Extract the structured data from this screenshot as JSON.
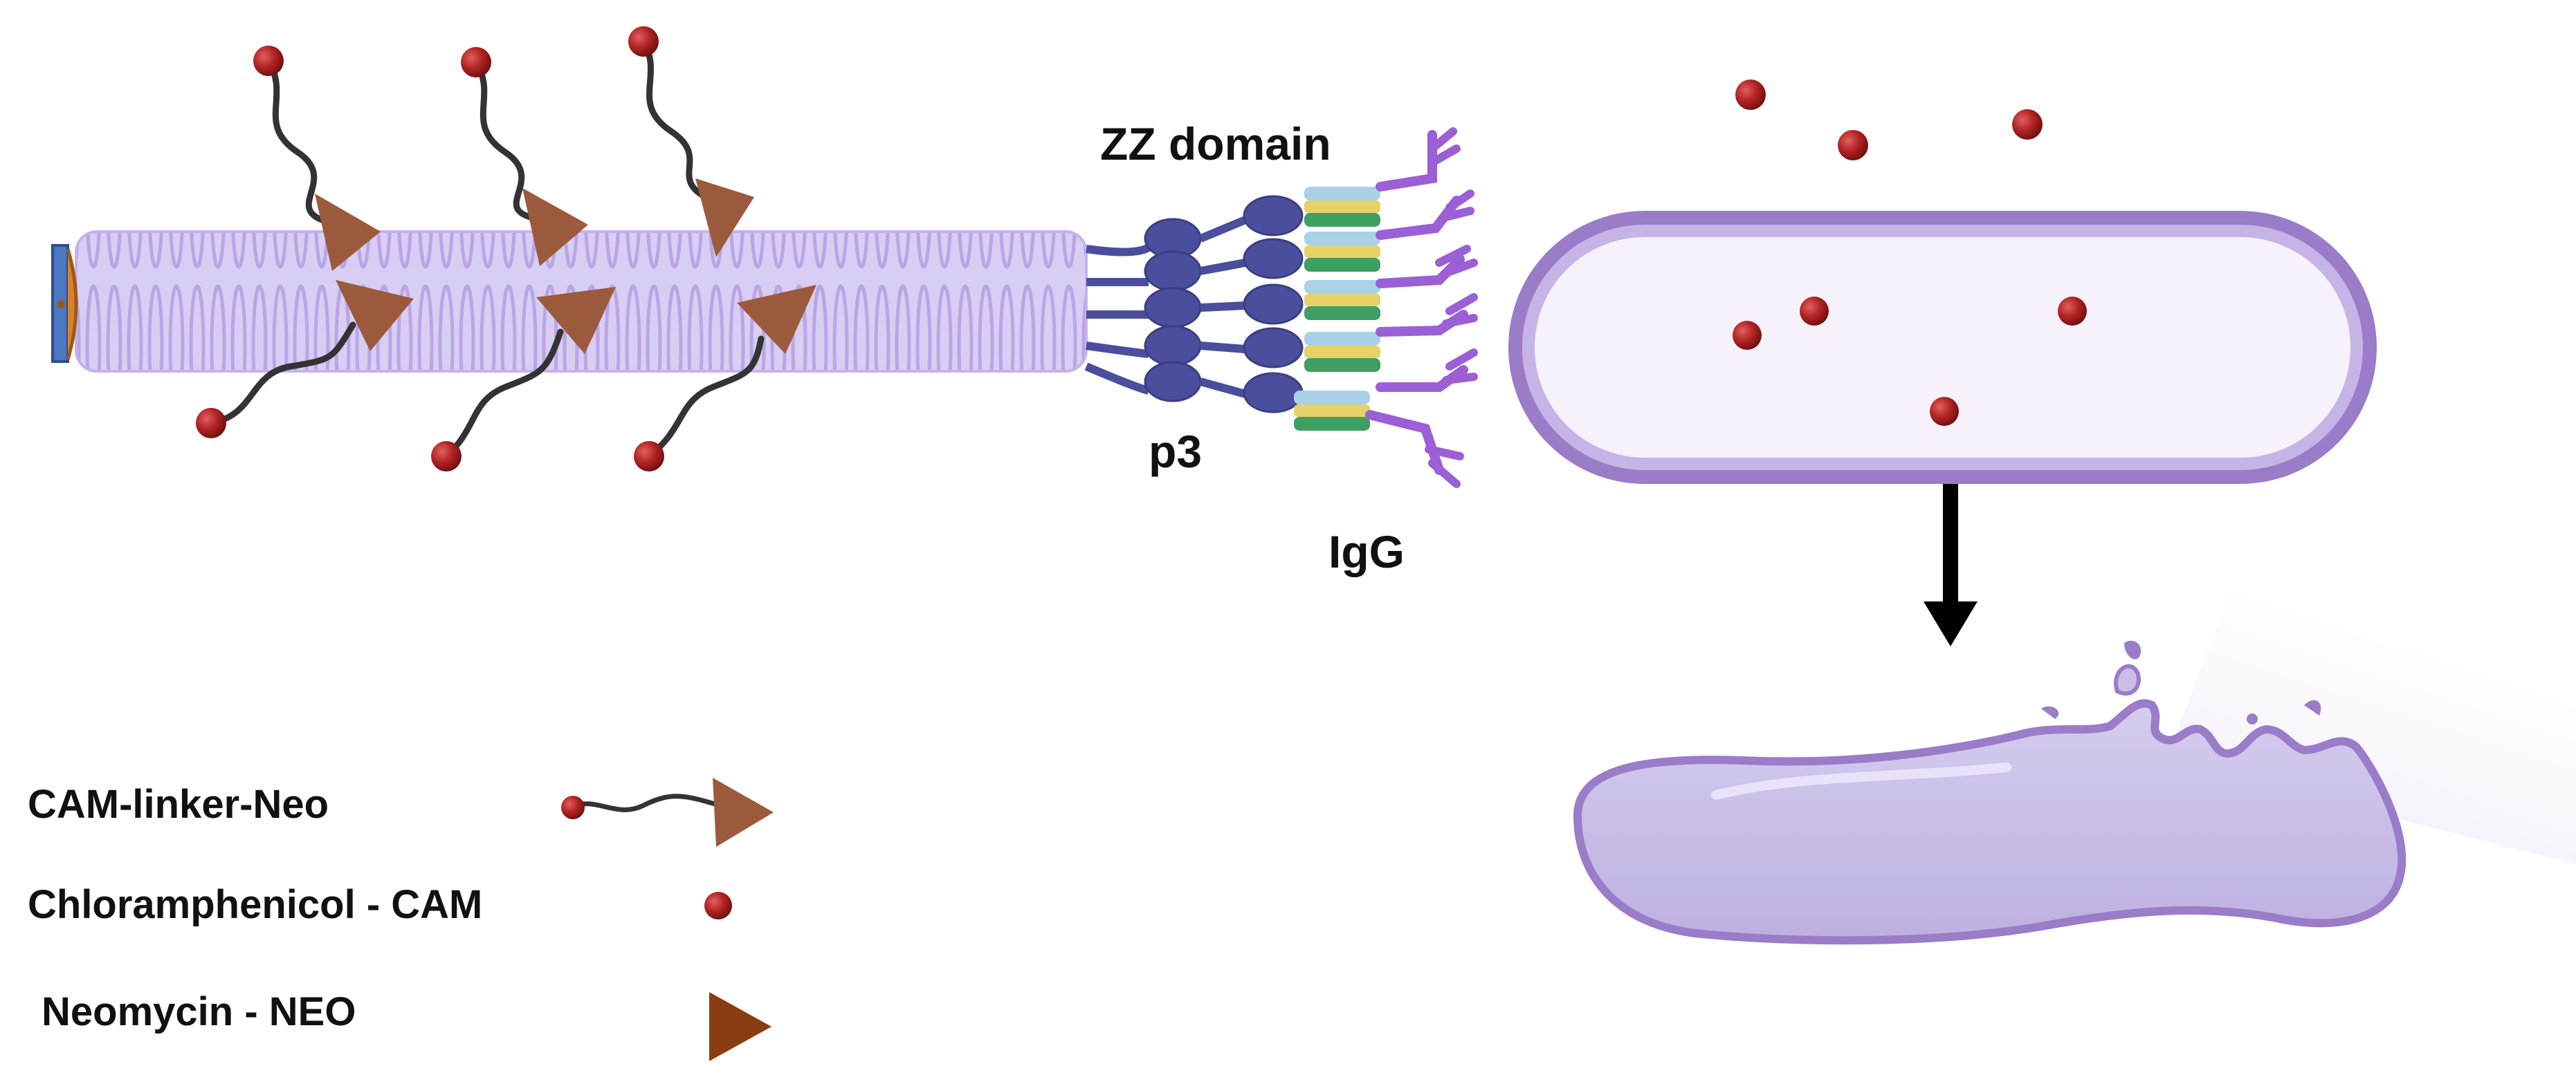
{
  "labels": {
    "zz_domain": "ZZ domain",
    "p3": "p3",
    "igg": "IgG"
  },
  "legend": [
    {
      "label": "CAM-linker-Neo",
      "icon": "cam-linker-neo-icon"
    },
    {
      "label": "Chloramphenicol - CAM",
      "icon": "cam-dot-icon"
    },
    {
      "label": "Neomycin - NEO",
      "icon": "neo-triangle-icon"
    }
  ],
  "colors": {
    "phage_body": "#d8cdf3",
    "phage_stripe": "#b9a5e6",
    "cam_dot": "#b32424",
    "neo_triangle": "#9c5a3d",
    "neo_triangle_legend": "#8a3c12",
    "linker": "#333333",
    "p3_protein": "#4a4e9c",
    "zz_domain_blue": "#a9d2e8",
    "zz_domain_yellow": "#e6d268",
    "zz_domain_green": "#3f9e62",
    "igg": "#9b5fd6",
    "bacterium_fill": "#f6f1fb",
    "bacterium_wall": "#9b7cc8",
    "lysed_fill": "#c9bfe6",
    "arrow": "#000000"
  }
}
